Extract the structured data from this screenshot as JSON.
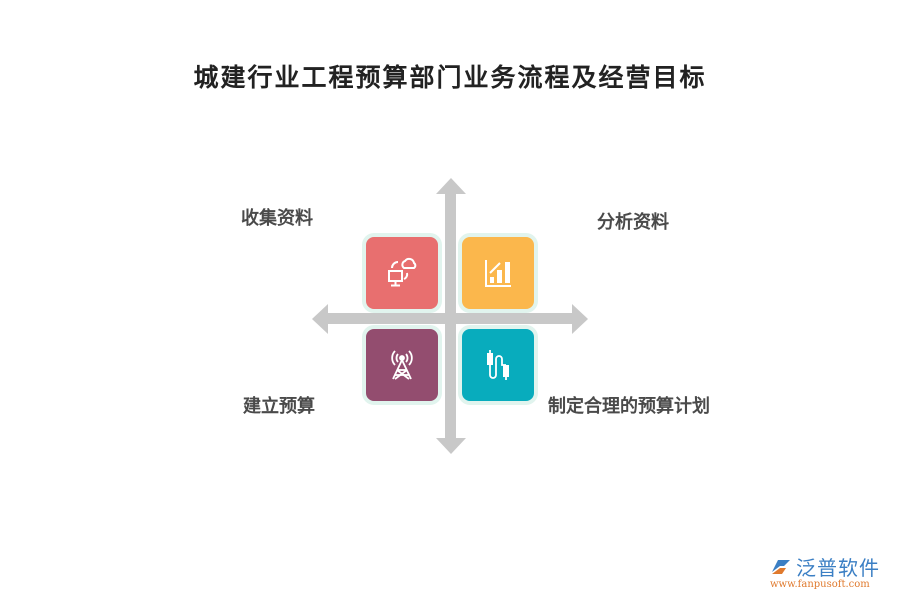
{
  "title": "城建行业工程预算部门业务流程及经营目标",
  "quadrants": [
    {
      "label": "收集资料",
      "icon": "cloud-sync-computer-icon",
      "color": "#e86f6f"
    },
    {
      "label": "分析资料",
      "icon": "bar-chart-growth-icon",
      "color": "#fbb74c"
    },
    {
      "label": "建立预算",
      "icon": "signal-tower-icon",
      "color": "#934d6f"
    },
    {
      "label": "制定合理的预算计划",
      "icon": "usb-cable-icon",
      "color": "#08acbd"
    }
  ],
  "logo": {
    "name": "泛普软件",
    "url": "www.fanpusoft.com"
  }
}
